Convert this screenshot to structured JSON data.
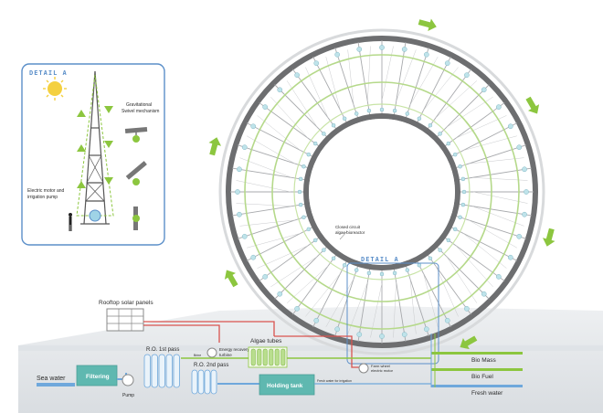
{
  "detail_panel": {
    "title": "DETAIL A",
    "gravitational_label": [
      "Gravitational",
      "Swivel mechanism"
    ],
    "motor_label": [
      "Electric motor and",
      "irrigation pump"
    ]
  },
  "ring": {
    "detail_title": "DETAIL A",
    "closed_circuit_label": [
      "Closed circuit",
      "algae bioreactor"
    ],
    "farm_wheel_label": [
      "Farm wheel",
      "electric motor"
    ]
  },
  "process": {
    "rooftop_label": "Rooftop solar panels",
    "sea_water": "Sea water",
    "filtering": "Filtering",
    "pump": "Pump",
    "ro_first": "R.O. 1st pass",
    "ro_second": "R.O. 2nd pass",
    "energy_recovery": [
      "Energy recovery",
      "turbine"
    ],
    "algae_tubes": "Algae tubes",
    "holding_tank": "Holding tank",
    "fresh_water_irrigation": "Fresh water for irrigation",
    "brine_label": "Brine",
    "outputs": [
      "Bio Mass",
      "Bio Fuel",
      "Fresh water"
    ]
  },
  "colors": {
    "accent_green": "#8cc63f",
    "detail_blue": "#5b8fc9",
    "pipe_red": "#d9534f",
    "water_blue": "#6fa8dc",
    "frame_grey": "#6d6e70",
    "teal_box": "#5fb8b0",
    "sun": "#f4d03f"
  },
  "icons": [
    "sun-icon",
    "rotation-arrow-icon",
    "person-icon",
    "pump-icon",
    "turbine-icon",
    "motor-icon"
  ]
}
